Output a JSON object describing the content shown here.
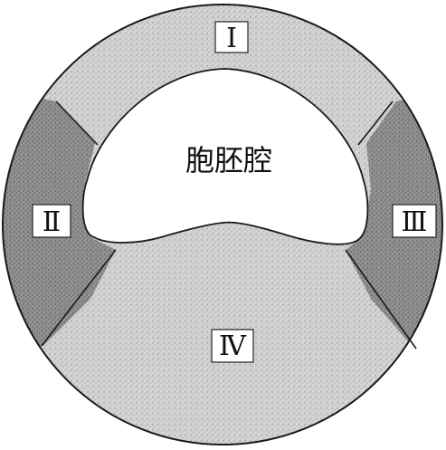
{
  "diagram": {
    "cavity_label": "胞胚腔",
    "regions": [
      {
        "id": "I",
        "label": "Ⅰ",
        "shade": "light"
      },
      {
        "id": "II",
        "label": "Ⅱ",
        "shade": "dark"
      },
      {
        "id": "III",
        "label": "Ⅲ",
        "shade": "dark"
      },
      {
        "id": "IV",
        "label": "Ⅳ",
        "shade": "light"
      }
    ],
    "colors": {
      "light_fill": "#cfcfcf",
      "dark_fill": "#8d8d8d",
      "outline": "#1a1a1a",
      "cavity": "#ffffff"
    }
  }
}
